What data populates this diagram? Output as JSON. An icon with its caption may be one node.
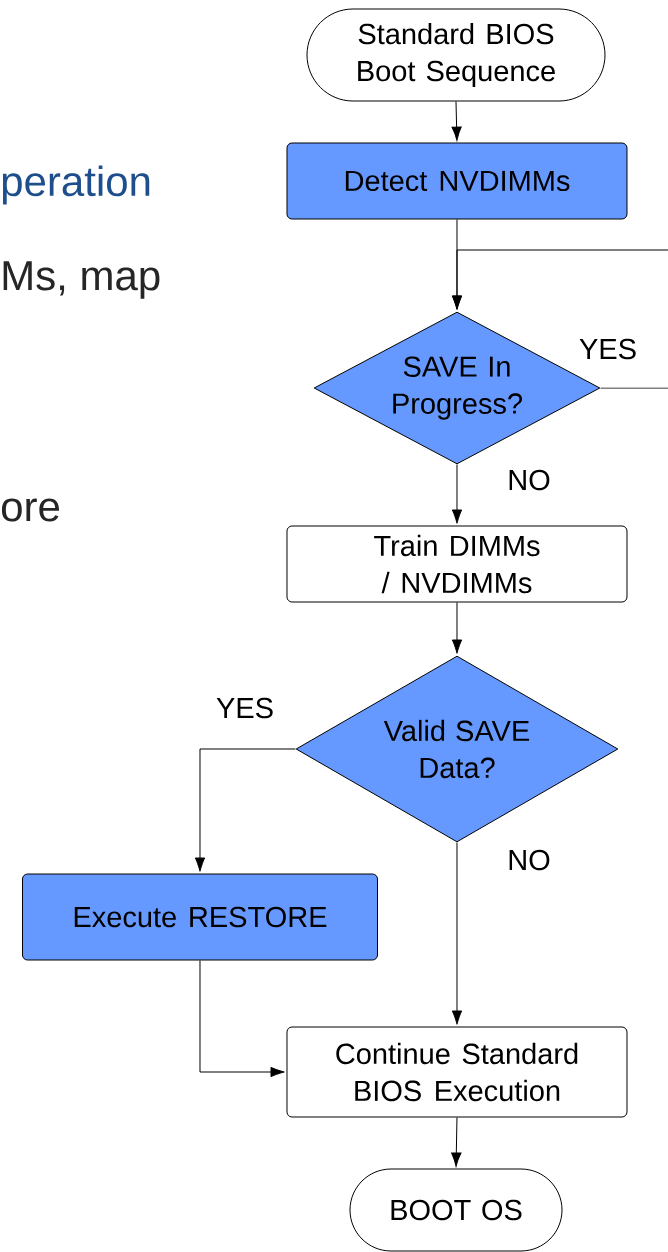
{
  "diagram": {
    "nodes": [
      {
        "text": [
          "Standard BIOS Boot Sequence"
        ]
      },
      {
        "text": [
          "Detect NVDIMMs"
        ]
      },
      {
        "text": [
          "SAVE In Progress?"
        ]
      },
      {
        "text": [
          "Train DIMMs / NVDIMMs"
        ]
      },
      {
        "text": [
          "Valid SAVE Data?"
        ]
      },
      {
        "text": [
          "Execute RESTORE"
        ]
      },
      {
        "text": [
          "Continue Standard BIOS Execution"
        ]
      },
      {
        "text": [
          "BOOT OS"
        ]
      }
    ],
    "edges": [
      {
        "from": 0,
        "to": 1,
        "arrow": "to"
      },
      {
        "from": 1,
        "to": 2,
        "arrow": "to"
      },
      {
        "from": null,
        "to": 2,
        "arrow": "to"
      },
      {
        "from": 2,
        "to": null,
        "arrow": "none",
        "label": "YES"
      },
      {
        "from": 2,
        "to": 3,
        "arrow": "to",
        "label": "NO"
      },
      {
        "from": 3,
        "to": 4,
        "arrow": "to"
      },
      {
        "from": 4,
        "to": 5,
        "arrow": "to",
        "label": "YES"
      },
      {
        "from": 4,
        "to": 6,
        "arrow": "to",
        "label": "NO"
      },
      {
        "from": 5,
        "to": 6,
        "arrow": "to"
      },
      {
        "from": 6,
        "to": 7,
        "arrow": "to"
      }
    ],
    "labels": [
      "peration",
      "Ms, map",
      "ore"
    ]
  }
}
